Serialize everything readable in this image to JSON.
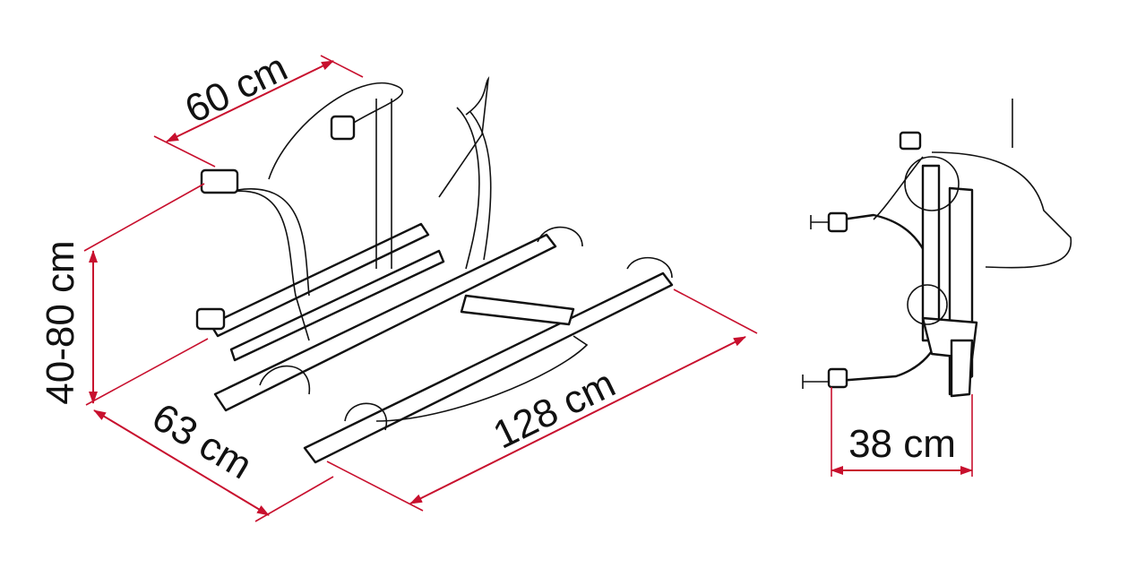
{
  "title": "Bike rack dimensions",
  "dimension_color": "#c8102e",
  "dimensions": {
    "width_top": "60 cm",
    "height": "40-80 cm",
    "depth": "63 cm",
    "length": "128 cm",
    "folded_depth": "38 cm"
  }
}
